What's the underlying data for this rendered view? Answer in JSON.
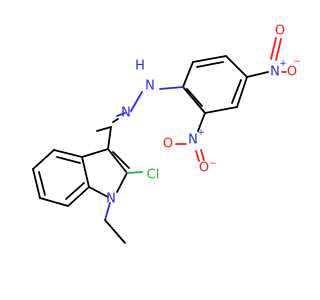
{
  "molecule": {
    "atoms": {
      "nh_n": "N",
      "nh_h": "H",
      "imine_n": "N",
      "ring_n": "N",
      "cl": "Cl",
      "nitro_top_n": "N",
      "nitro_top_plus": "+",
      "nitro_top_o_up": "O",
      "nitro_top_o_right": "O",
      "nitro_top_minus": "−",
      "nitro_bot_n": "N",
      "nitro_bot_plus": "+",
      "nitro_bot_o_left": "O",
      "nitro_bot_o_down": "O",
      "nitro_bot_minus": "−"
    },
    "colors": {
      "carbon": "#000000",
      "nitrogen": "#2a2af0",
      "oxygen": "#ff1a1a",
      "chlorine": "#1fb81f"
    }
  }
}
